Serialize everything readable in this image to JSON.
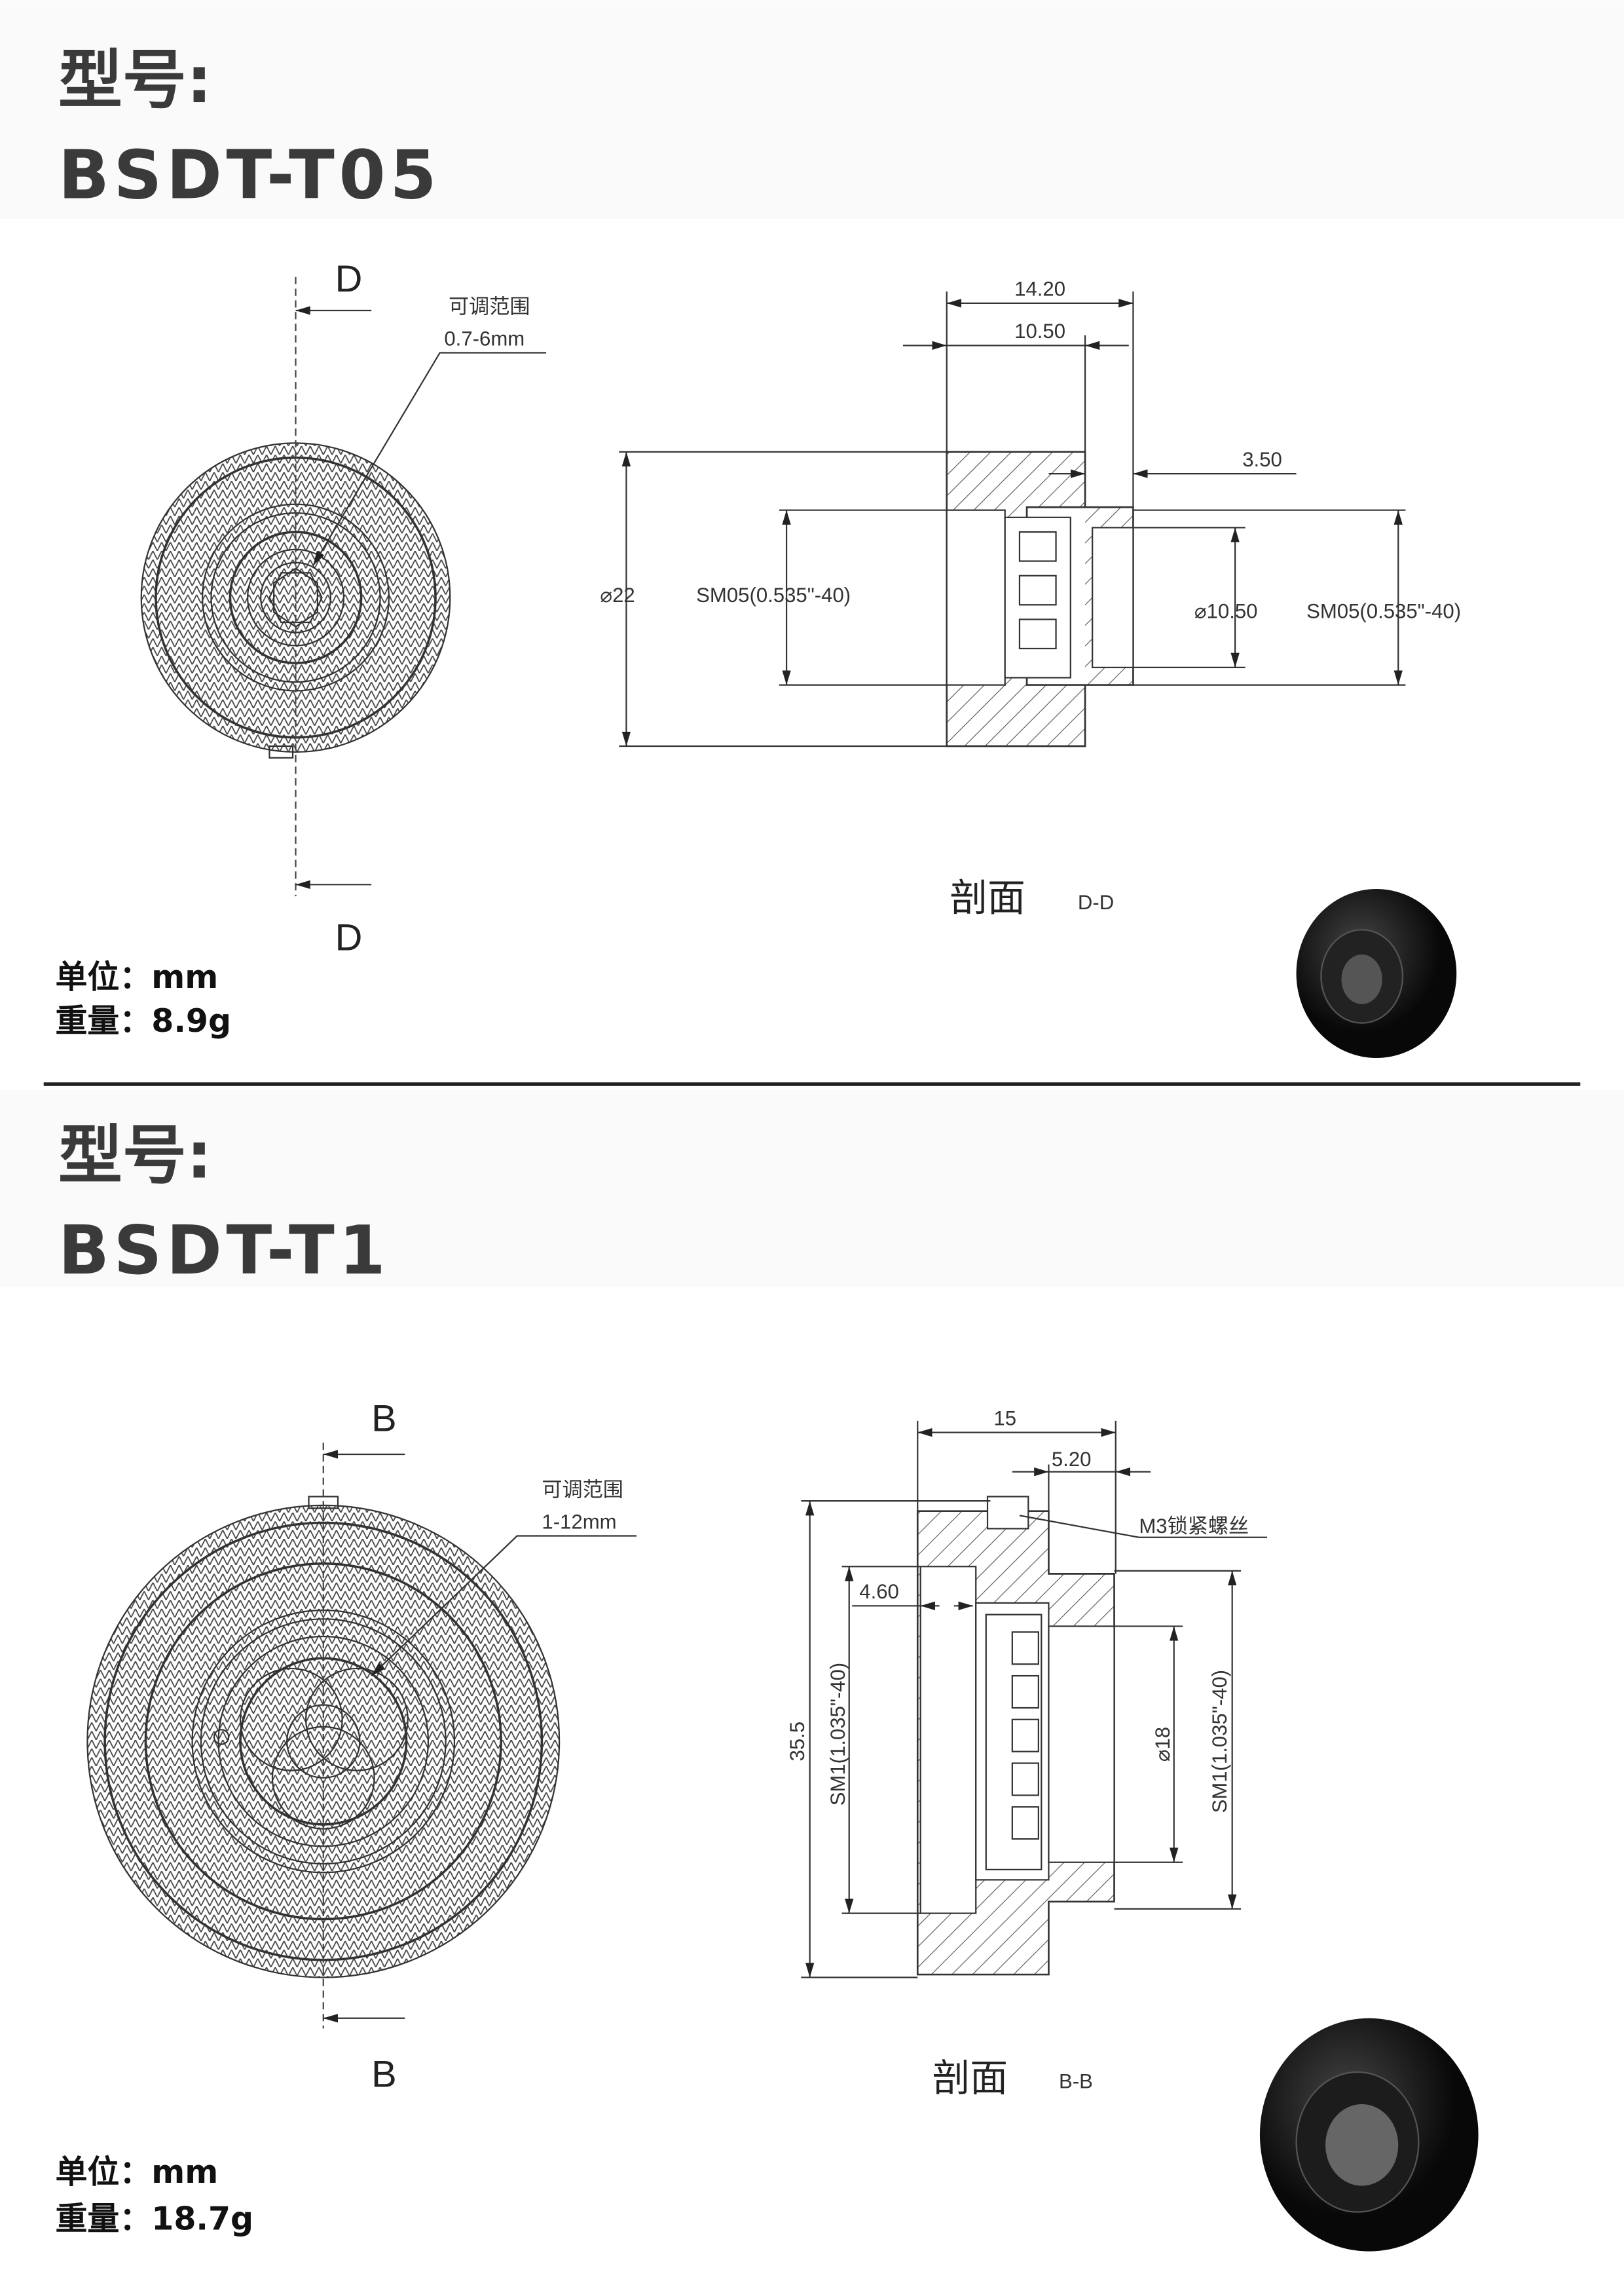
{
  "sections": [
    {
      "model_label": "型号:",
      "model": "BSDT-T05",
      "cut_letter": "D",
      "adjust_label": "可调范围",
      "adjust_range": "0.7-6mm",
      "dims": {
        "overall_length": "14.20",
        "body_length": "10.50",
        "thread_length": "3.50",
        "outer_diameter": "⌀22",
        "thread_left": "SM05(0.535\"-40)",
        "bore_diameter": "⌀10.50",
        "thread_right": "SM05(0.535\"-40)"
      },
      "section_title": "剖面",
      "section_id": "D-D",
      "unit_line": "单位：mm",
      "weight_line": "重量：8.9g"
    },
    {
      "model_label": "型号:",
      "model": "BSDT-T1",
      "cut_letter": "B",
      "adjust_label": "可调范围",
      "adjust_range": "1-12mm",
      "dims": {
        "overall_length": "15",
        "thread_length": "5.20",
        "recess_depth": "4.60",
        "outer_diameter": "35.5",
        "thread_left": "SM1(1.035\"-40)",
        "bore_diameter": "⌀18",
        "thread_right": "SM1(1.035\"-40)",
        "screw_note": "M3锁紧螺丝"
      },
      "section_title": "剖面",
      "section_id": "B-B",
      "unit_line": "单位：mm",
      "weight_line": "重量：18.7g"
    }
  ]
}
